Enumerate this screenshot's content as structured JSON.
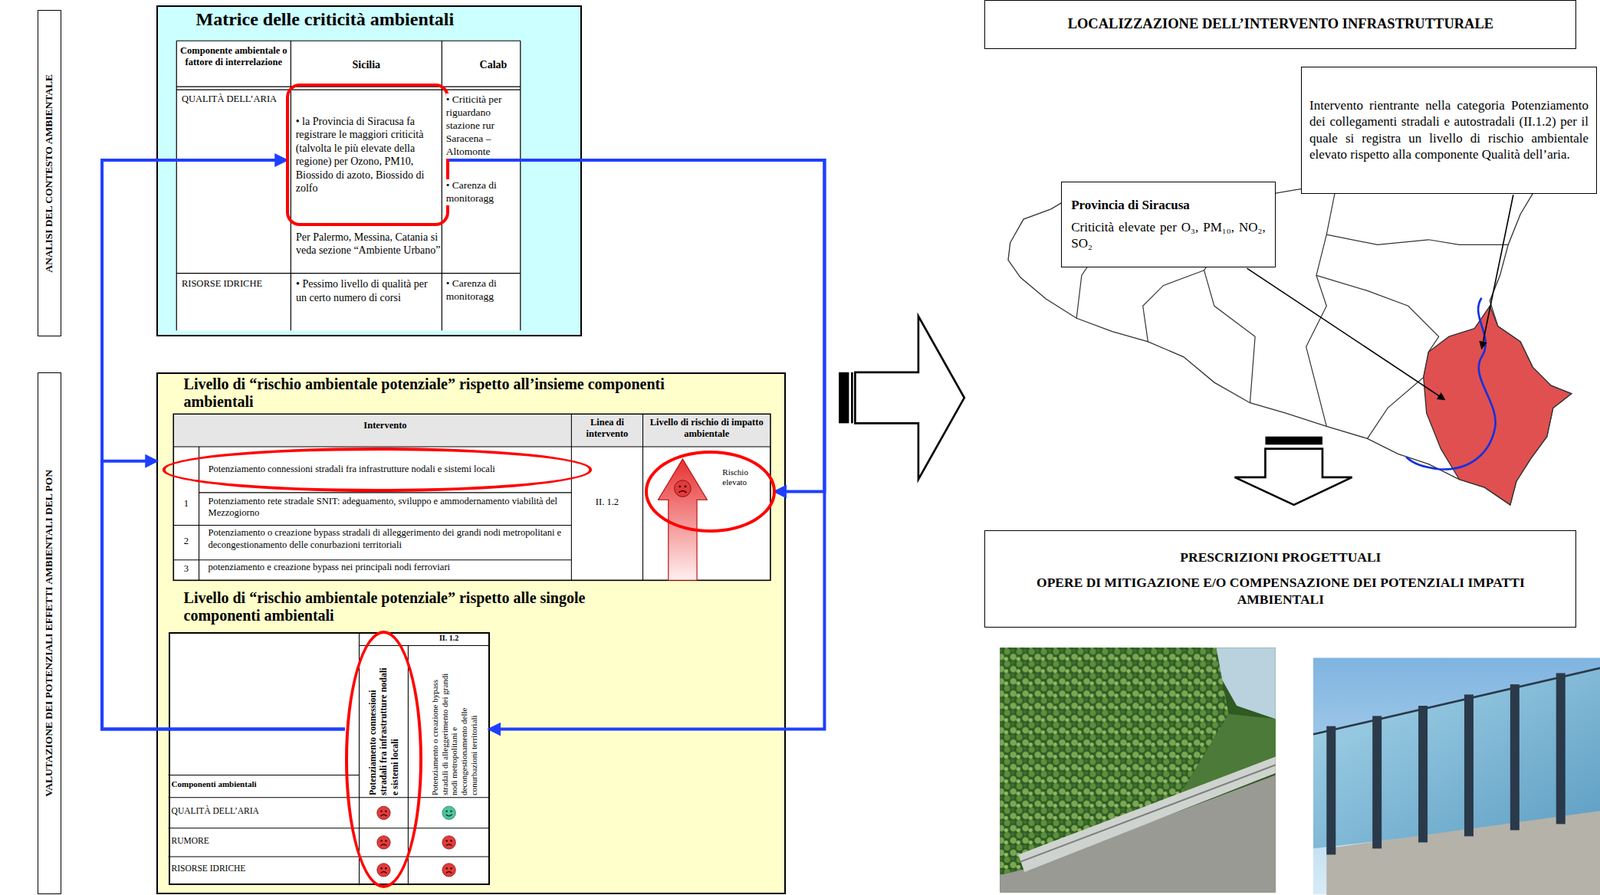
{
  "diagram": {
    "nodes": [
      {
        "text": [
          "ANALISI DEL CONTESTO AMBIENTALE"
        ]
      },
      {
        "text": [
          "Matrice delle criticità ambientali"
        ]
      },
      {
        "text": [
          "• la Provincia di Siracusa fa registrare le maggiori criticità (talvolta le più elevate della regione) per Ozono, PM10, Biossido di azoto, Biossido di zolfo"
        ],
        "in": 1
      },
      {
        "text": [
          "LOCALIZZAZIONE DELL’INTERVENTO INFRASTRUTTURALE"
        ]
      },
      {
        "text": [
          "Intervento rientrante nella categoria Potenziamento dei collegamenti stradali e autostradali (II.1.2) per il quale si registra un livello di rischio ambientale elevato rispetto alla componente Qualità dell’aria."
        ]
      },
      {
        "text": [
          "Provincia di Siracusa",
          "Criticità elevate per O₃, PM₁₀, NO₂, SO₂"
        ]
      },
      {
        "text": [
          "VALUTAZIONE DEI POTENZIALI EFFETTI AMBIENTALI DEL PON"
        ]
      },
      {
        "text": [
          "Livello di “rischio ambientale potenziale” rispetto all’insieme componenti ambientali",
          "Livello di “rischio ambientale potenziale” rispetto alle singole componenti ambientali"
        ]
      },
      {
        "text": [
          "Potenziamento connessioni stradali fra infrastrutture nodali e sistemi locali"
        ],
        "in": 7
      },
      {
        "text": [
          "Rischio elevato"
        ],
        "in": 7
      },
      {
        "text": [
          "II. 1.2"
        ],
        "in": 7
      },
      {
        "text": [
          "Potenziamento connessioni stradali fra infrastrutture nodali e sistemi locali"
        ],
        "in": 10
      },
      {
        "text": [
          "PRESCRIZIONI PROGETTUALI",
          "OPERE DI MITIGAZIONE E/O COMPENSAZIONE DEI POTENZIALI IMPATTI AMBIENTALI"
        ]
      }
    ],
    "edges": [
      {
        "from": 11,
        "to": 2,
        "arrow": "to"
      },
      {
        "from": 11,
        "to": 7,
        "arrow": "to"
      },
      {
        "from": 2,
        "to": 10,
        "arrow": "to"
      },
      {
        "from": 2,
        "to": 9,
        "arrow": "to"
      }
    ],
    "labels": [
      "Componente ambientale o fattore di interrelazione",
      "Sicilia",
      "Calab",
      "QUALITÀ DELL’ARIA",
      "• Criticità per riguardano stazione rur Saracena – Altomonte",
      "• Carenza di monitoragg",
      "Per Palermo, Messina, Catania si veda sezione “Ambiente Urbano”",
      "RISORSE IDRICHE",
      "• Pessimo livello di qualità per un certo numero di corsi",
      "• Carenza di monitoragg",
      "Intervento",
      "Linea di intervento",
      "Livello di rischio di impatto ambientale",
      "1",
      "Potenziamento rete stradale SNIT: adeguamento, sviluppo e ammodernamento viabilità del Mezzogiorno",
      "II. 1.2",
      "2",
      "Potenziamento o creazione bypass stradali di alleggerimento dei grandi nodi metropolitani e decongestionamento delle conurbazioni territoriali",
      "3",
      "potenziamento e creazione bypass nei principali nodi ferroviari",
      "Potenziamento o creazione bypass stradali di alleggerimento dei grandi nodi metropolitani e decongestionamento delle conurbazioni territoriali",
      "Componenti ambientali",
      "QUALITÀ DELL’ARIA",
      "RUMORE",
      "RISORSE IDRICHE"
    ]
  }
}
